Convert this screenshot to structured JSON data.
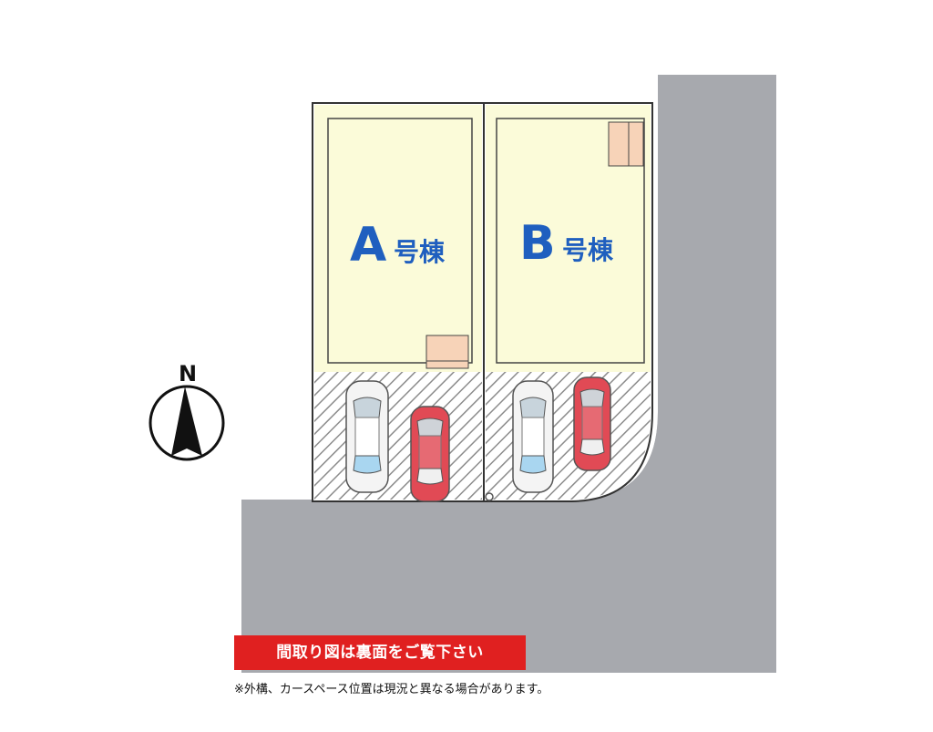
{
  "compass": {
    "north_label": "N"
  },
  "lots": [
    {
      "letter": "A",
      "suffix": "号棟"
    },
    {
      "letter": "B",
      "suffix": "号棟"
    }
  ],
  "banner": {
    "text": "間取り図は裏面をご覧下さい"
  },
  "note": {
    "text": "※外構、カースペース位置は現況と異なる場合があります。"
  },
  "colors": {
    "road": "#a7a9ae",
    "lot_fill": "#fbfbd9",
    "parking_hatch": "#8c8c8c",
    "label_blue": "#1f5fbf",
    "banner_red": "#e02020",
    "car_red": "#e14a55",
    "car_white": "#f2f2f2",
    "entrance": "#f7d3b8"
  }
}
